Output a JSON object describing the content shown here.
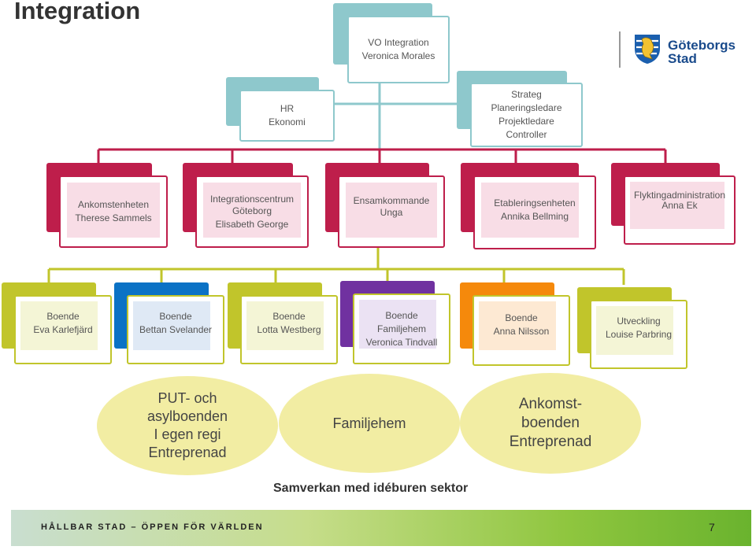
{
  "title": "Integration",
  "logo": {
    "line1": "Göteborgs",
    "line2": "Stad"
  },
  "top": {
    "line1": "VO Integration",
    "line2": "Veronica Morales"
  },
  "staff_left": {
    "line1": "HR",
    "line2": "Ekonomi"
  },
  "staff_right": {
    "lines": [
      "Strateg",
      "Planeringsledare",
      "Projektledare",
      "Controller"
    ]
  },
  "units": [
    {
      "lines": [
        "Ankomstenheten",
        "Therese Sammels"
      ]
    },
    {
      "lines": [
        "Integrationscentrum",
        "Göteborg",
        "Elisabeth George"
      ]
    },
    {
      "lines": [
        "Ensamkommande",
        "Unga"
      ]
    },
    {
      "lines": [
        "Etableringsenheten",
        "Annika Bellming"
      ]
    },
    {
      "lines": [
        "Flyktingadministration",
        "Anna Ek"
      ]
    }
  ],
  "housing": [
    {
      "lines": [
        "Boende",
        "Eva Karlefjärd"
      ]
    },
    {
      "lines": [
        "Boende",
        "Bettan Svelander"
      ]
    },
    {
      "lines": [
        "Boende",
        "Lotta Westberg"
      ]
    },
    {
      "lines": [
        "Boende",
        "Familjehem",
        "Veronica Tindvall"
      ]
    },
    {
      "lines": [
        "Boende",
        "Anna Nilsson"
      ]
    },
    {
      "lines": [
        "Utveckling",
        "Louise Parbring"
      ]
    }
  ],
  "ellipses": [
    {
      "lines": [
        "PUT- och",
        "asylboenden",
        "I egen regi",
        "Entreprenad"
      ]
    },
    {
      "lines": [
        "Familjehem"
      ]
    },
    {
      "lines": [
        "Ankomst-",
        "boenden",
        "Entreprenad"
      ]
    }
  ],
  "sector": "Samverkan med idéburen sektor",
  "footer": "HÅLLBAR STAD – ÖPPEN FÖR VÄRLDEN",
  "page_number": "7",
  "colors": {
    "teal": "#8ec8cc",
    "crimson": "#be1e4b",
    "olive": "#c1c52b",
    "blue": "#0b72c5",
    "purple": "#7031a0",
    "orange": "#f5890b",
    "ellipse": "#f2eda3"
  }
}
